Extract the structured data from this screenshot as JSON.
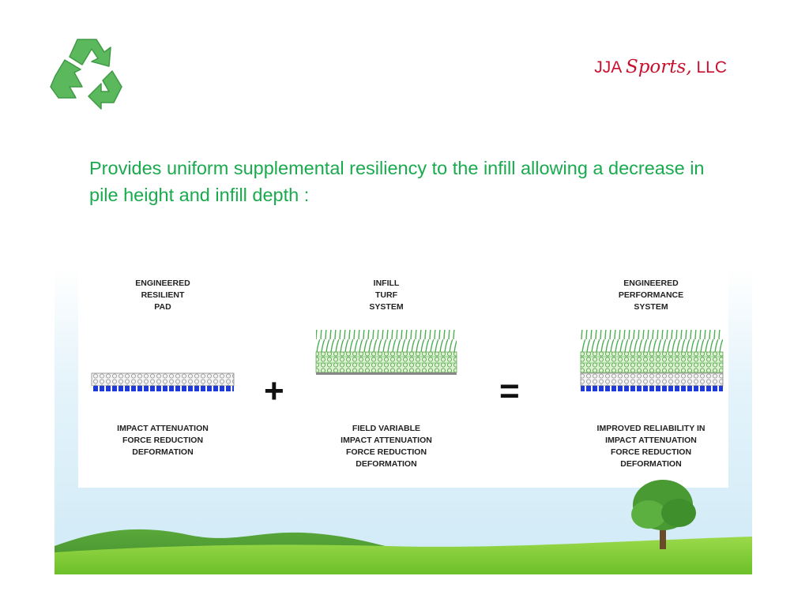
{
  "brand": {
    "prefix": "JJA ",
    "script": "Sports,",
    "suffix": " LLC"
  },
  "headline": "Provides uniform supplemental resiliency to the infill allowing a decrease in pile height and infill depth :",
  "diagram": {
    "pad": {
      "title": "ENGINEERED\nRESILIENT\nPAD",
      "caption": "IMPACT ATTENUATION\nFORCE REDUCTION\nDEFORMATION"
    },
    "turf": {
      "title": "INFILL\nTURF\nSYSTEM",
      "caption": "FIELD VARIABLE\nIMPACT ATTENUATION\nFORCE REDUCTION\nDEFORMATION"
    },
    "system": {
      "title": "ENGINEERED\nPERFORMANCE\nSYSTEM",
      "caption": "IMPROVED RELIABILITY IN\nIMPACT ATTENUATION\nFORCE REDUCTION\nDEFORMATION"
    },
    "plus": "+",
    "equals": "="
  },
  "colors": {
    "headline": "#1aaa4e",
    "brand": "#c8102e",
    "recycle": "#5bb85c",
    "turf": "#4caf50",
    "pad_base": "#1f3bd6"
  },
  "icons": {
    "logo": "recycle-icon"
  }
}
